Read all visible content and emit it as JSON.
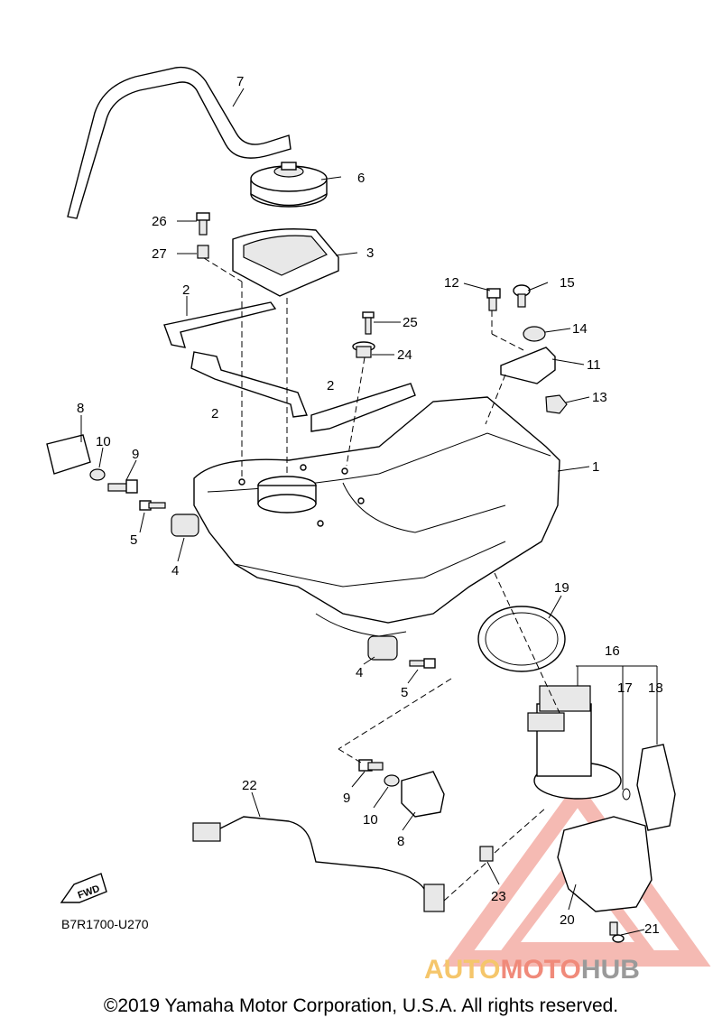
{
  "diagram": {
    "callouts": [
      "1",
      "2",
      "2",
      "2",
      "3",
      "4",
      "4",
      "5",
      "5",
      "6",
      "7",
      "8",
      "8",
      "9",
      "9",
      "10",
      "10",
      "11",
      "12",
      "13",
      "14",
      "15",
      "16",
      "17",
      "18",
      "19",
      "20",
      "21",
      "22",
      "23",
      "24",
      "25",
      "26",
      "27"
    ],
    "fwd_label": "FWD",
    "code": "B7R1700-U270"
  },
  "watermark": {
    "part1": "AUTO",
    "part2": "MOTO",
    "part3": "HUB",
    "colors": {
      "auto": "#f5c66b",
      "moto": "#f08a7a",
      "hub": "#9a9a9a",
      "triangle": "#f2a39a"
    }
  },
  "footer": {
    "copyright": "©2019 Yamaha Motor Corporation, U.S.A. All rights reserved."
  }
}
